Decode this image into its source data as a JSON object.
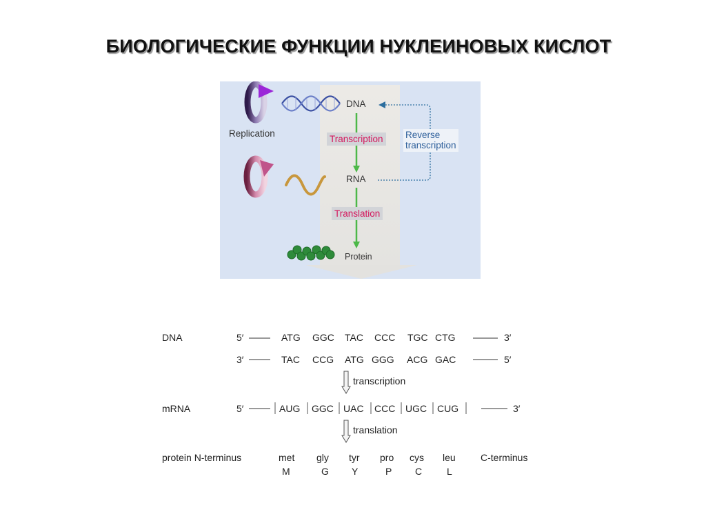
{
  "title": "БИОЛОГИЧЕСКИЕ ФУНКЦИИ НУКЛЕИНОВЫХ КИСЛОТ",
  "figure": {
    "replication": "Replication",
    "dna": "DNA",
    "rna": "RNA",
    "protein": "Protein",
    "transcription": "Transcription",
    "translation": "Translation",
    "reverse_line1": "Reverse",
    "reverse_line2": "transcription"
  },
  "sequence": {
    "dna_label": "DNA",
    "mrna_label": "mRNA",
    "protein_label": "protein N-terminus",
    "c_terminus": "C-terminus",
    "five_prime": "5′",
    "three_prime": "3′",
    "coding_strand": [
      "ATG",
      "GGC",
      "TAC",
      "CCC",
      "TGC",
      "CTG"
    ],
    "template_strand": [
      "TAC",
      "CCG",
      "ATG",
      "GGG",
      "ACG",
      "GAC"
    ],
    "mrna_codons": [
      "AUG",
      "GGC",
      "UAC",
      "CCC",
      "UGC",
      "CUG"
    ],
    "amino_acids": [
      "met",
      "gly",
      "tyr",
      "pro",
      "cys",
      "leu"
    ],
    "one_letter": [
      "M",
      "G",
      "Y",
      "P",
      "C",
      "L"
    ],
    "step_transcription": "transcription",
    "step_translation": "translation"
  },
  "colors": {
    "figure_bg": "#d9e3f3",
    "process_text": "#d4145a",
    "reverse_text": "#2c5e9a",
    "flow_arrow": "#4cb848"
  }
}
